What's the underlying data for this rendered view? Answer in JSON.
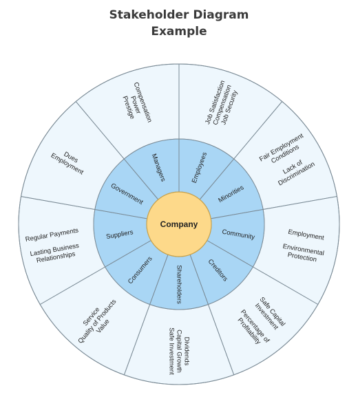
{
  "title": {
    "line1": "Stakeholder Diagram",
    "line2": "Example"
  },
  "center": {
    "label": "Company"
  },
  "colors": {
    "outer_ring": "#eef7fd",
    "inner_ring": "#a9d6f5",
    "center": "#fdd98a",
    "center_stroke": "#c9a24a",
    "stroke": "#7a8a95"
  },
  "stakeholders": [
    {
      "name": "Employees",
      "interests": [
        "Job Satisfaction",
        "Compensation",
        "Job Security"
      ]
    },
    {
      "name": "Minorities",
      "interests": [
        "Fair Employment",
        "Conditions",
        "",
        "Lack of",
        "Discrimination"
      ]
    },
    {
      "name": "Community",
      "interests": [
        "Employment",
        "",
        "Environmental",
        "Protection"
      ]
    },
    {
      "name": "Creditors",
      "interests": [
        "Safe Capital",
        "Investment",
        "",
        "Percentage of",
        "Profitability"
      ]
    },
    {
      "name": "Shareholders",
      "interests": [
        "Dividends",
        "Capital Growth",
        "Safe Investment"
      ]
    },
    {
      "name": "Consumers",
      "interests": [
        "Service",
        "Quality of Products",
        "Value"
      ]
    },
    {
      "name": "Suppliers",
      "interests": [
        "Regular Payments",
        "",
        "Lasting Business",
        "Relationships"
      ]
    },
    {
      "name": "Government",
      "interests": [
        "Dues",
        "Employment"
      ]
    },
    {
      "name": "Managers",
      "interests": [
        "Compensation",
        "Power",
        "Prestige"
      ]
    }
  ]
}
